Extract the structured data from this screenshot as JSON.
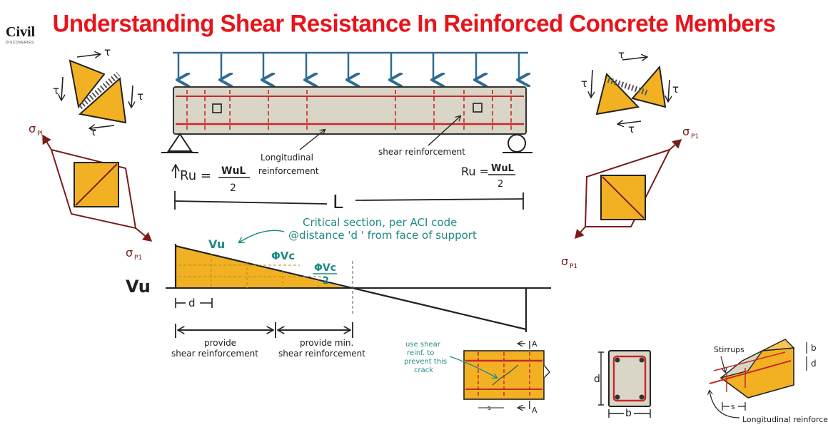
{
  "title": "Understanding Shear Resistance In Reinforced Concrete Members",
  "logo": {
    "word": "Civil",
    "sub": "DISCOVERIES"
  },
  "colors": {
    "title": "#e8141b",
    "element": "#f2b123",
    "rebar": "#c7282a",
    "load": "#2f6b95",
    "teal": "#1f8a86",
    "stress": "#7a1c1c"
  },
  "labels": {
    "tau": "τ",
    "sigma_p1": "σ",
    "sigma_sub": "P1",
    "sigma_sub_top": "Pl",
    "longitudinal_1": "Longitudinal",
    "longitudinal_2": "reinforcement",
    "shear_reinf": "shear reinforcement",
    "reaction_left_r": "Ru =",
    "reaction_right_r": "Ru =",
    "reaction_num": "WuL",
    "reaction_den": "2",
    "span": "L",
    "critical_1": "Critical section, per ACI code",
    "critical_2": "@distance 'd ' from face of support",
    "vu_small": "Vu",
    "vu_axis": "Vu",
    "phi_vc": "ΦVc",
    "phi_vc_half_num": "ΦVc",
    "phi_vc_half_den": "2",
    "d": "d",
    "provide_1": "provide",
    "provide_1b": "shear reinforcement",
    "provide_2": "provide min.",
    "provide_2b": "shear reinforcement",
    "crack_note": [
      "use shear",
      "reinf. to",
      "prevent this",
      "crack"
    ],
    "section_mark": "A",
    "spacing": "s",
    "section_d": "d",
    "section_b": "b",
    "stirrups": "Stirrups",
    "iso_b": "b",
    "iso_d": "d",
    "iso_s": "s",
    "longitudinal_reinf": "Longitudinal reinforcement"
  }
}
